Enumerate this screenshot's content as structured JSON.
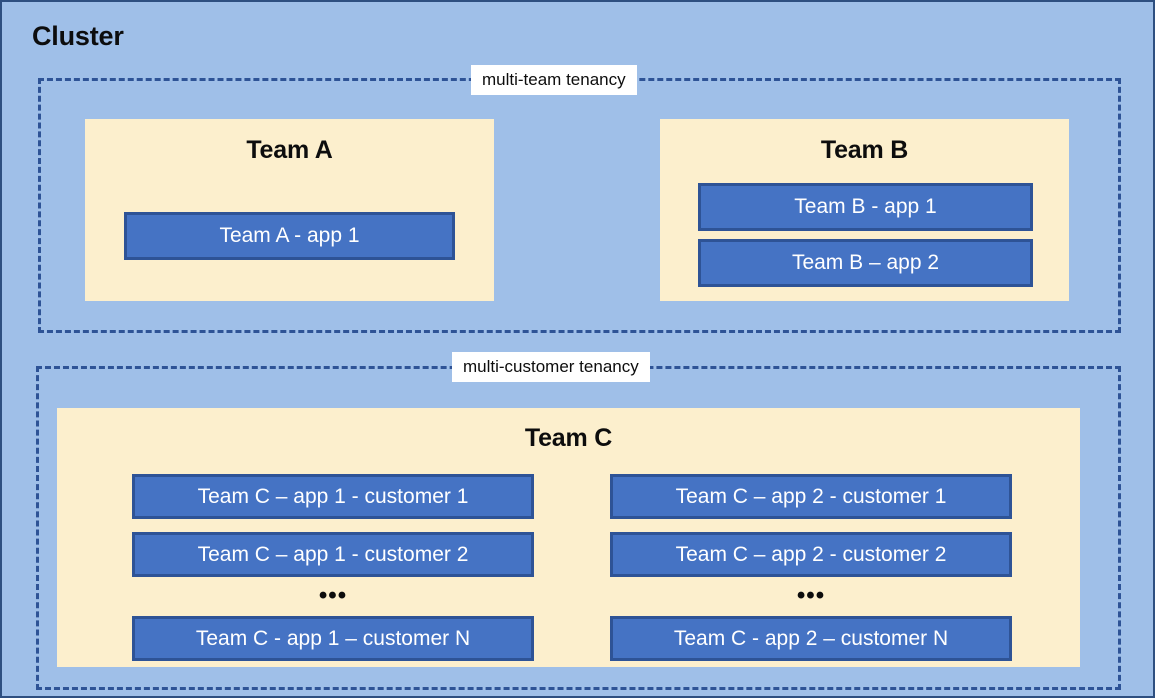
{
  "cluster": {
    "title": "Cluster",
    "background_color": "#9fbfe8",
    "border_color": "#2e4f80"
  },
  "regions": [
    {
      "id": "multi-team",
      "label": "multi-team tenancy",
      "border_color": "#2e5396",
      "border_style": "dashed"
    },
    {
      "id": "multi-customer",
      "label": "multi-customer tenancy",
      "border_color": "#2e5396",
      "border_style": "dashed"
    }
  ],
  "teams": {
    "team_a": {
      "title": "Team A",
      "panel_color": "#fcefcd",
      "apps": [
        {
          "label": "Team A - app 1"
        }
      ]
    },
    "team_b": {
      "title": "Team B",
      "panel_color": "#fcefcd",
      "apps": [
        {
          "label": "Team B - app 1"
        },
        {
          "label": "Team B – app 2"
        }
      ]
    },
    "team_c": {
      "title": "Team C",
      "panel_color": "#fcefcd",
      "ellipsis": "•••",
      "app1_column": [
        {
          "label": "Team C – app 1 - customer 1"
        },
        {
          "label": "Team C – app 1 - customer 2"
        },
        {
          "label": "Team C - app 1 – customer N"
        }
      ],
      "app2_column": [
        {
          "label": "Team C – app 2 - customer 1"
        },
        {
          "label": "Team C – app 2 - customer 2"
        },
        {
          "label": "Team C - app 2 – customer N"
        }
      ]
    }
  },
  "colors": {
    "app_fill": "#4573c4",
    "app_border": "#2e5396",
    "panel_fill": "#fcefcd",
    "canvas_fill": "#9fbfe8",
    "label_fill": "#ffffff",
    "text_dark": "#0d0d0d",
    "text_light": "#ffffff"
  }
}
